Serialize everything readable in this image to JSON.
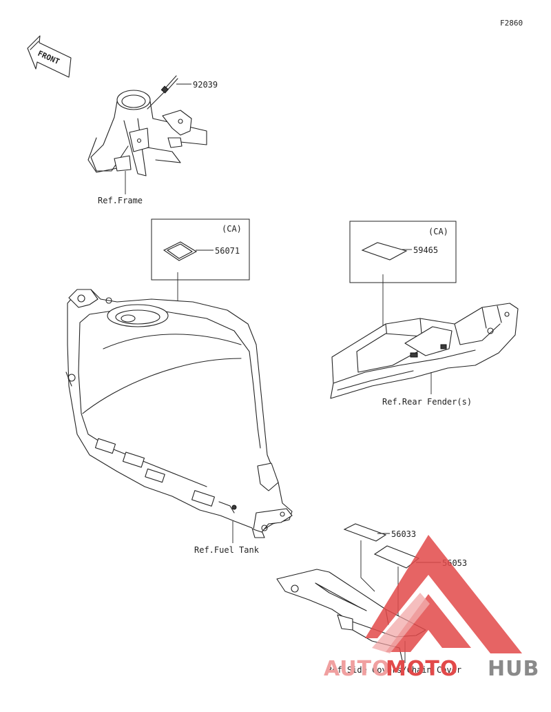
{
  "diagram": {
    "code": "F2860",
    "front_label": "FRONT",
    "ca_labels": [
      "(CA)",
      "(CA)"
    ],
    "parts": [
      {
        "number": "92039"
      },
      {
        "number": "56071"
      },
      {
        "number": "59465"
      },
      {
        "number": "56033"
      },
      {
        "number": "56053"
      }
    ],
    "references": {
      "frame": "Ref.Frame",
      "fuel_tank": "Ref.Fuel Tank",
      "rear_fender": "Ref.Rear Fender(s)",
      "side_covers": "Ref.Side Covers/Chain Cover"
    }
  },
  "watermark": {
    "part1": "AUTO",
    "part2": "MOTO",
    "part3": "HUB",
    "colors": {
      "red": "#e24a4a",
      "pink": "#f0a0a0",
      "gray": "#8a8a8a"
    }
  }
}
